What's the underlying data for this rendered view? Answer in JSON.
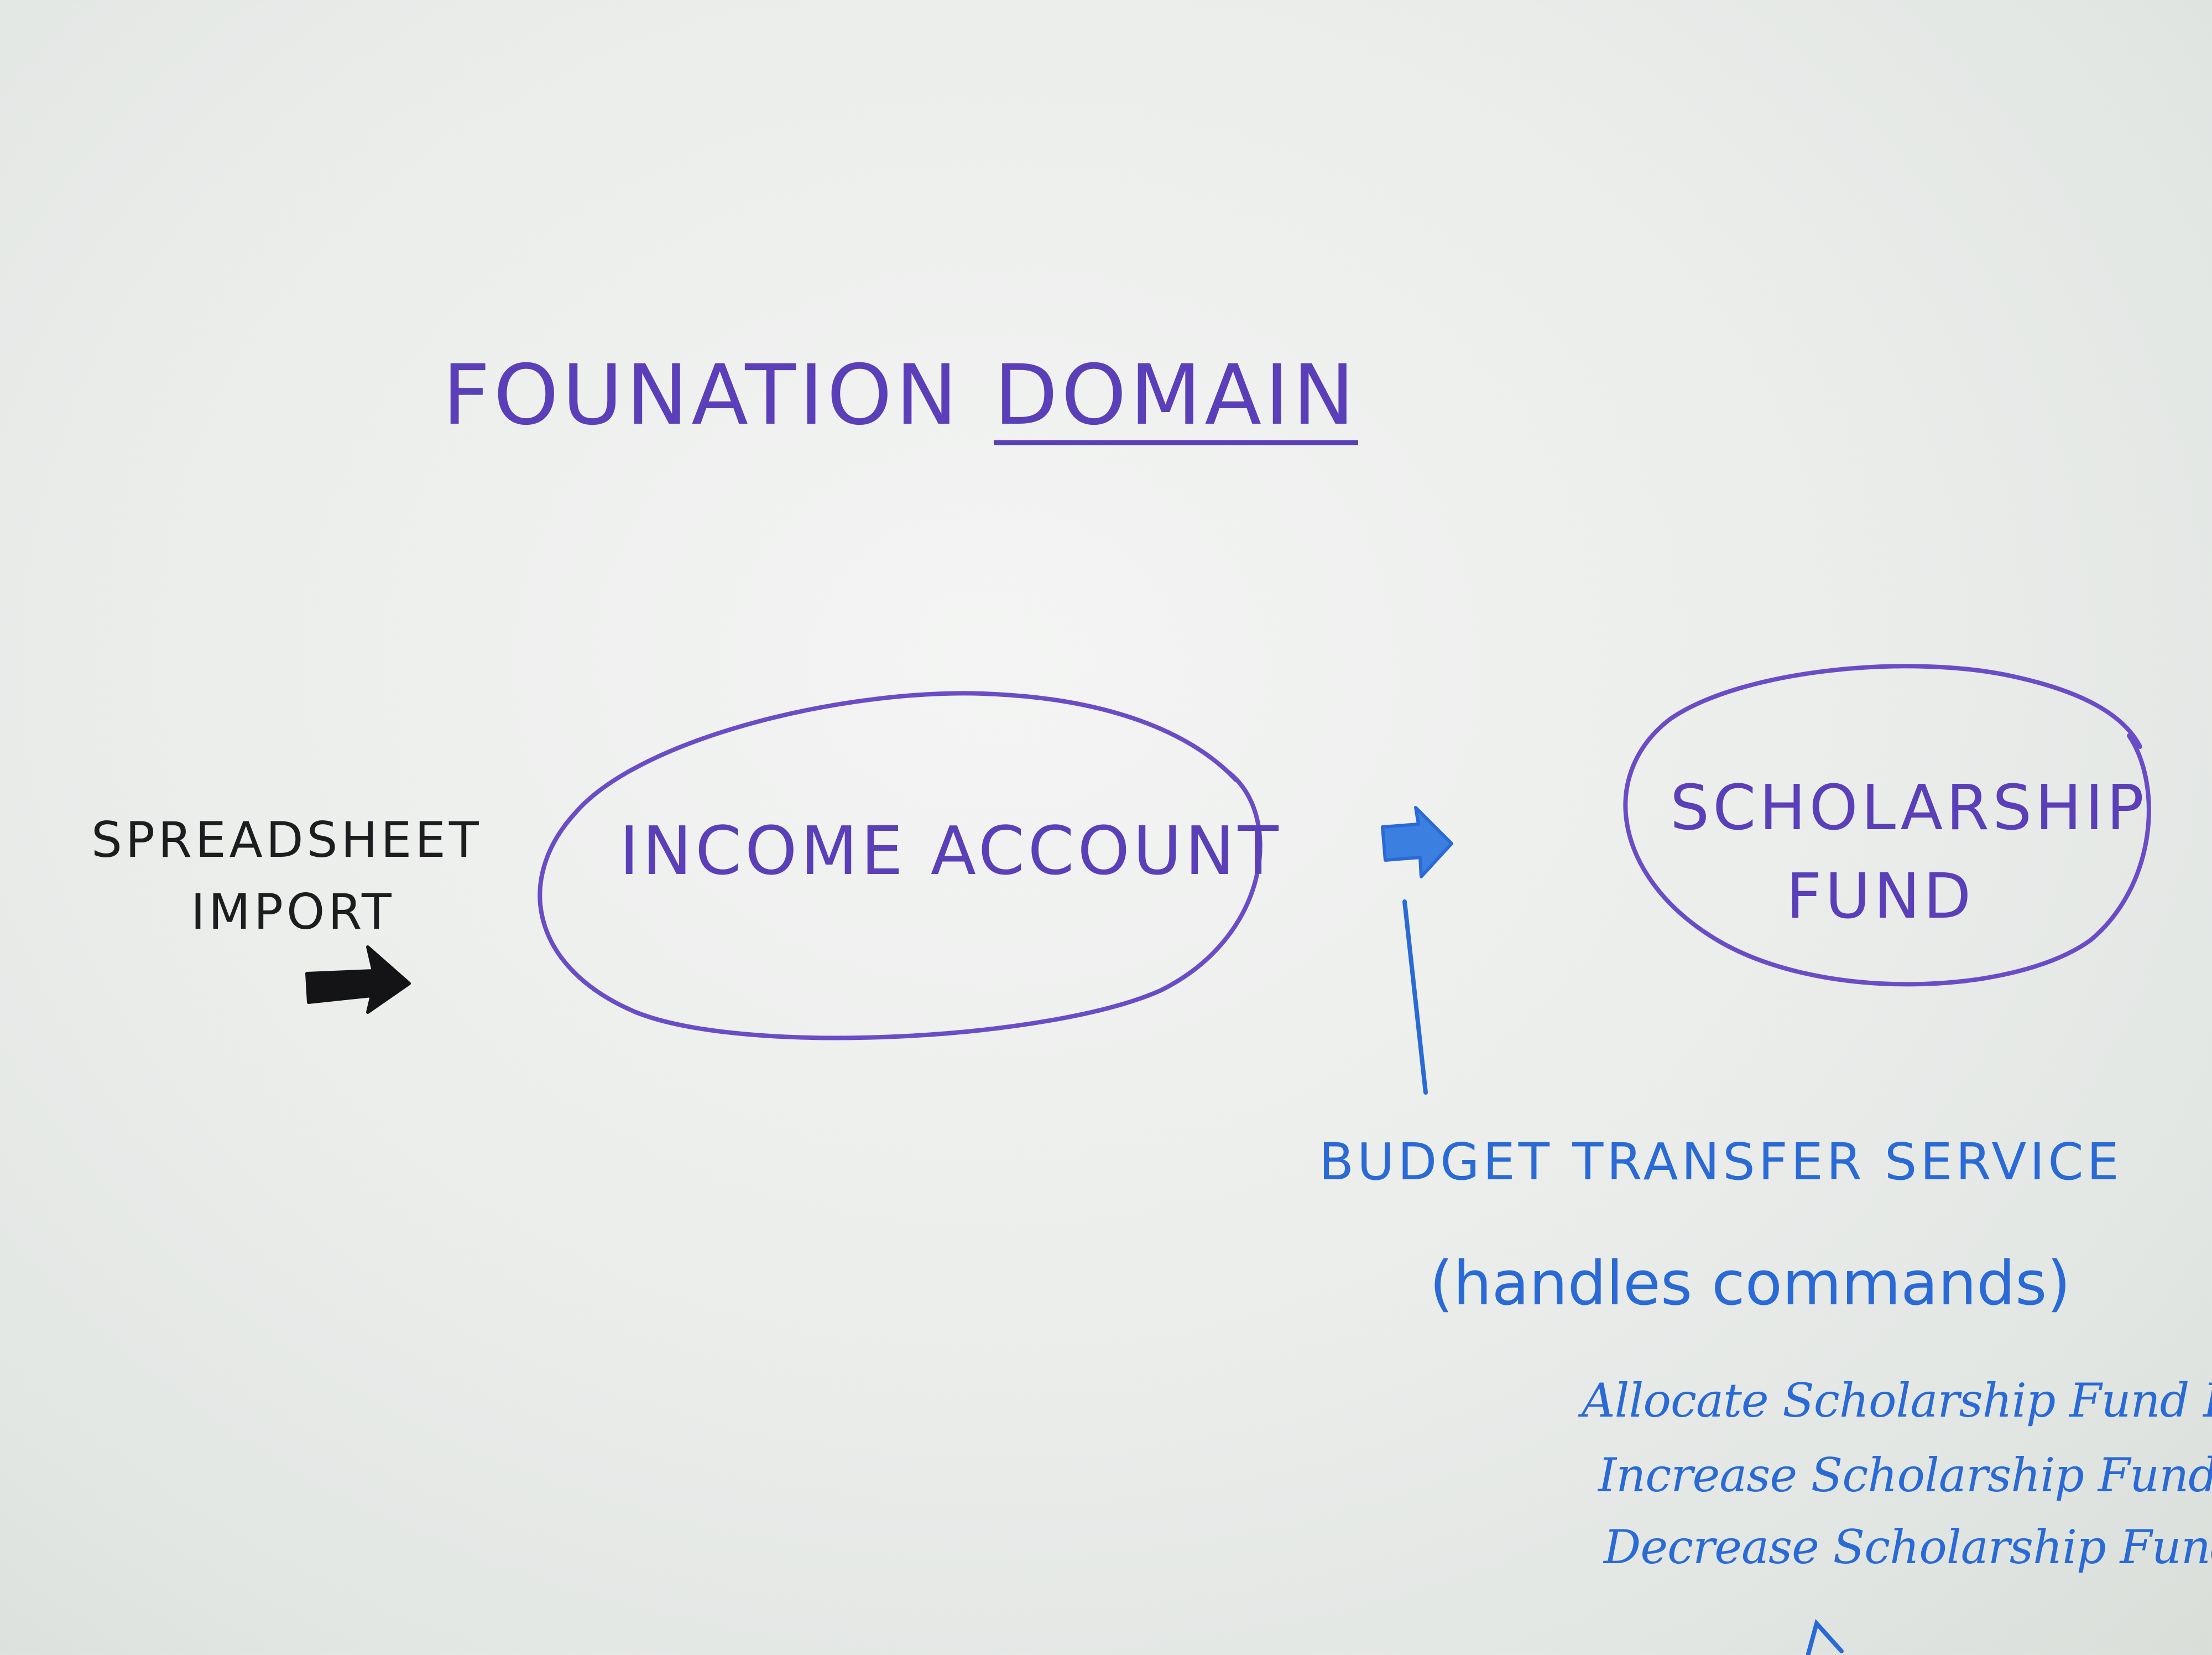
{
  "title": {
    "word1": "FOUNATION",
    "word2": "DOMAIN"
  },
  "import_label": {
    "line1": "SPREADSHEET",
    "line2": "IMPORT"
  },
  "income_account": {
    "label": "INCOME ACCOUNT"
  },
  "scholarship_fund": {
    "line1": "SCHOLARSHIP",
    "line2": "FUND"
  },
  "service": {
    "label": "BUDGET TRANSFER SERVICE",
    "note": "(handles commands)"
  },
  "commands": [
    "Allocate Scholarship Fund Bu",
    "Increase Scholarship Fund Bu",
    "Decrease Scholarship Fund Bu"
  ],
  "colors": {
    "purple_marker": "#5a3fb8",
    "blue_marker": "#2a6ad6",
    "black_marker": "#1d1d1f",
    "board": "#eceeec"
  }
}
